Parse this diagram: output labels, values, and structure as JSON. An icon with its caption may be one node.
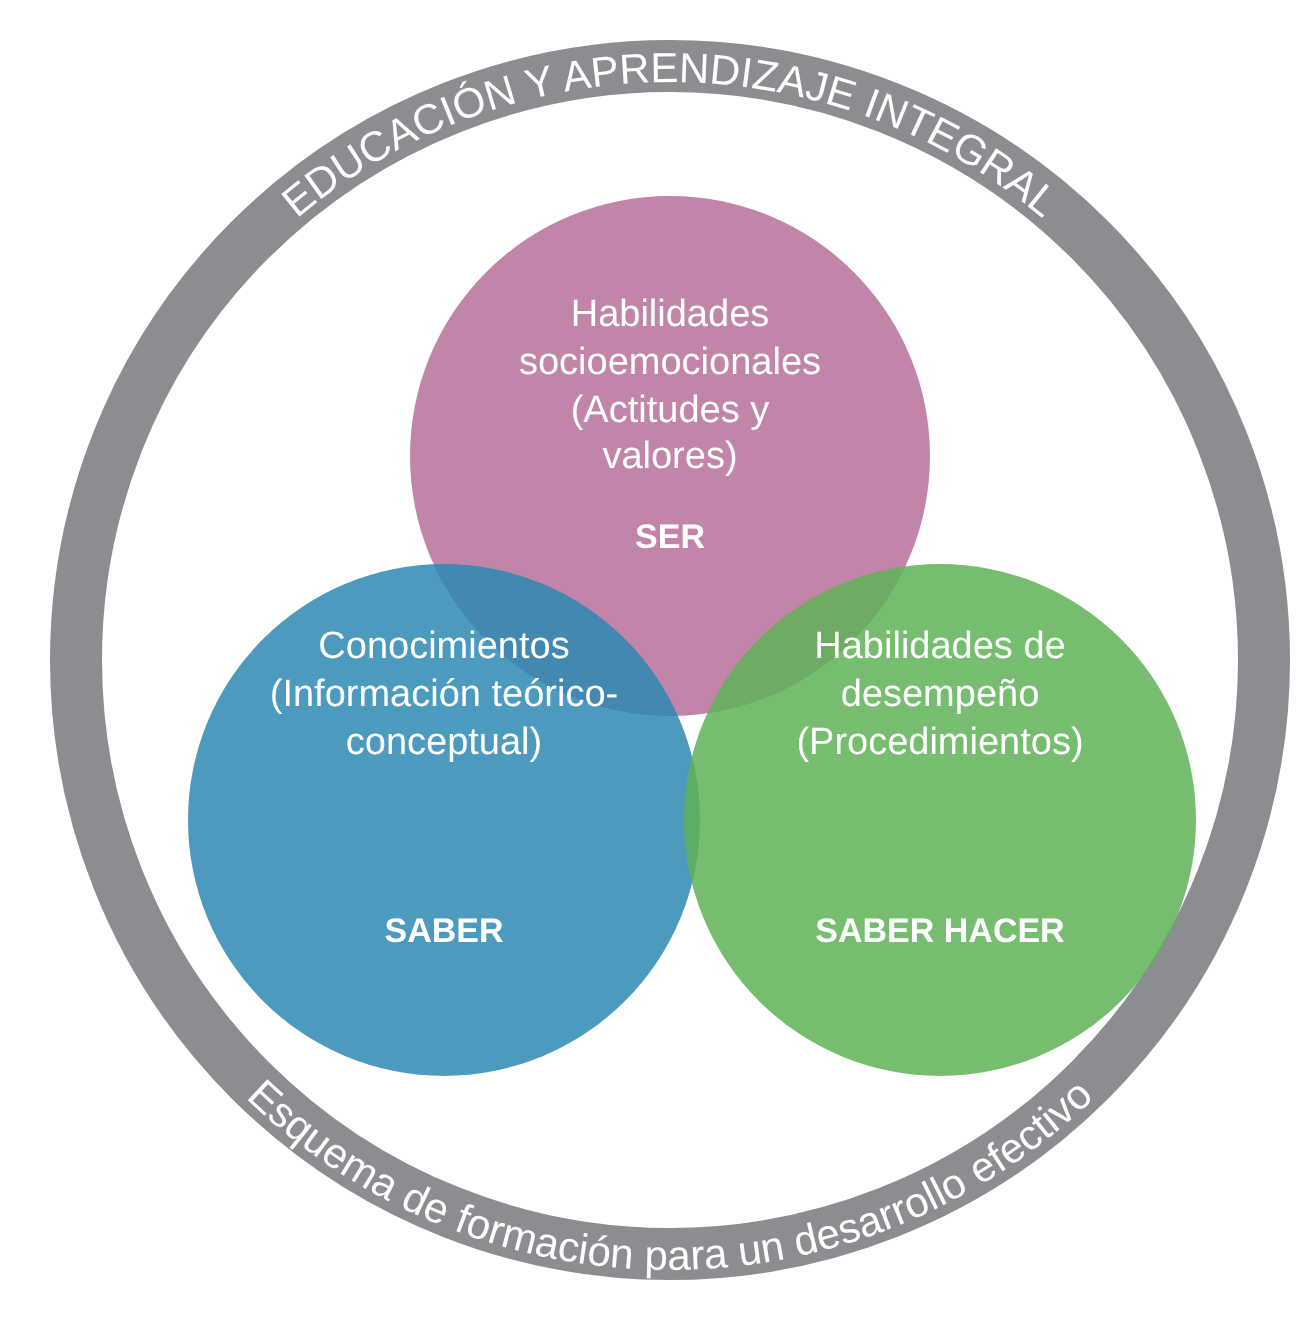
{
  "diagram": {
    "nodes": [
      {
        "text": [
          "EDUCACIÓN Y APRENDIZAJE INTEGRAL",
          "Esquema de formación para un desarrollo efectivo"
        ]
      },
      {
        "text": [
          "Habilidades socioemocionales (Actitudes y valores)",
          "SER"
        ],
        "in": 0
      },
      {
        "text": [
          "Conocimientos (Información teórico-conceptual)",
          "SABER"
        ],
        "in": 0
      },
      {
        "text": [
          "Habilidades de desempeño (Procedimientos)",
          "SABER HACER"
        ],
        "in": 0
      }
    ],
    "edges": []
  }
}
